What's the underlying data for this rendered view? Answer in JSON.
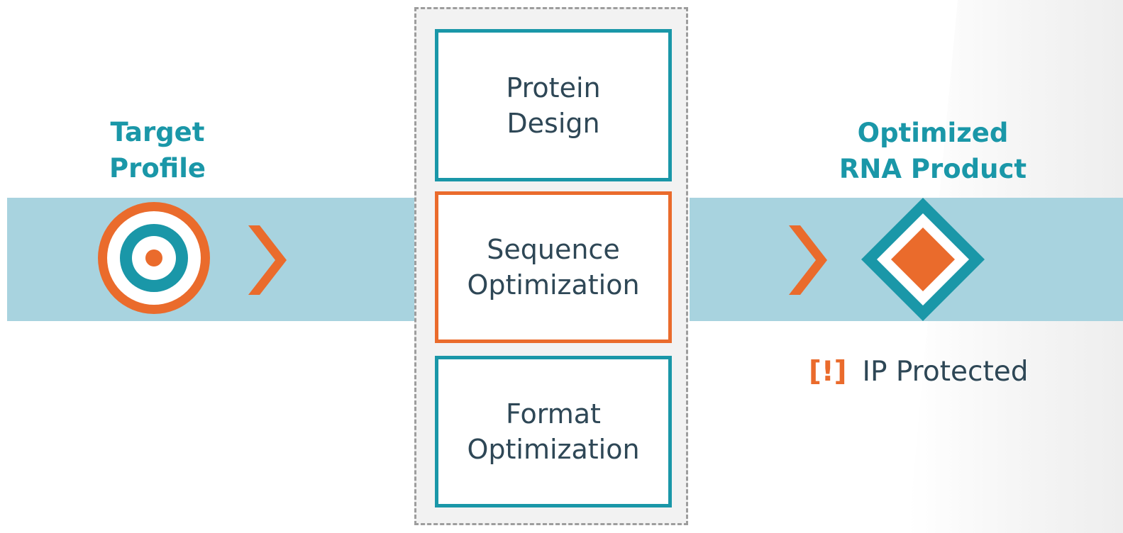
{
  "colors": {
    "teal": "#1a97a8",
    "orange": "#ea6b2c",
    "band": "#a8d3df",
    "text_dark": "#2e4756",
    "panel_bg": "#f2f2f2",
    "panel_border": "#9d9d9d"
  },
  "input": {
    "title_line1": "Target",
    "title_line2": "Profile",
    "icon": "target-icon"
  },
  "process": {
    "steps": [
      {
        "line1": "Protein",
        "line2": "Design",
        "highlighted": false
      },
      {
        "line1": "Sequence",
        "line2": "Optimization",
        "highlighted": true
      },
      {
        "line1": "Format",
        "line2": "Optimization",
        "highlighted": false
      }
    ]
  },
  "output": {
    "title_line1": "Optimized",
    "title_line2": "RNA Product",
    "icon": "diamond-product-icon"
  },
  "note": {
    "badge": "[!]",
    "text": "IP Protected"
  }
}
